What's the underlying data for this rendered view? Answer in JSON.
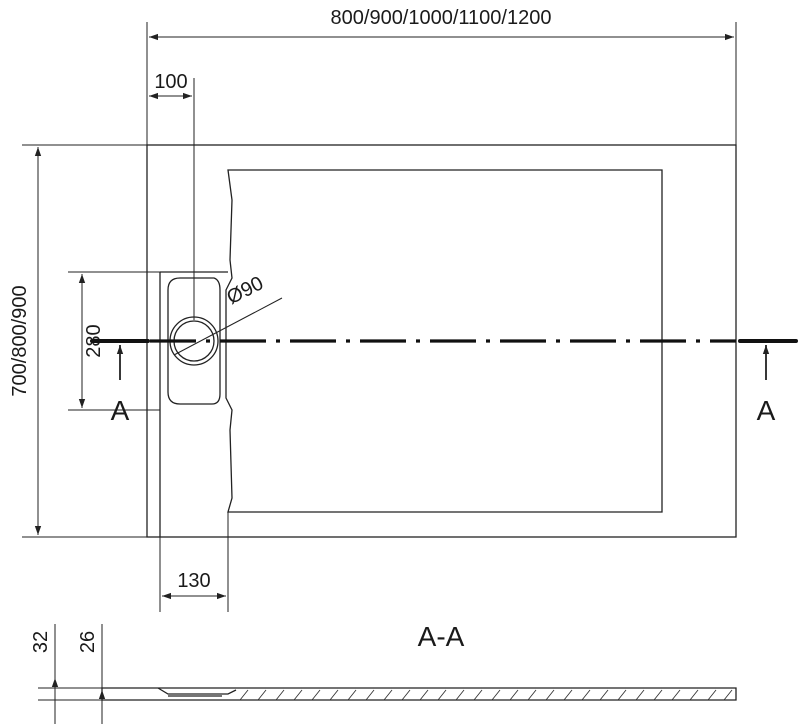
{
  "dimensions": {
    "width": "800/900/1000/1100/1200",
    "length": "700/800/900",
    "offset_top": "100",
    "drain_zone_height": "280",
    "drain_diameter": "Ø90",
    "drain_zone_width": "130",
    "thickness_total": "32",
    "thickness_edge": "26"
  },
  "section": {
    "marker_left": "A",
    "marker_right": "A",
    "title": "A-A"
  }
}
